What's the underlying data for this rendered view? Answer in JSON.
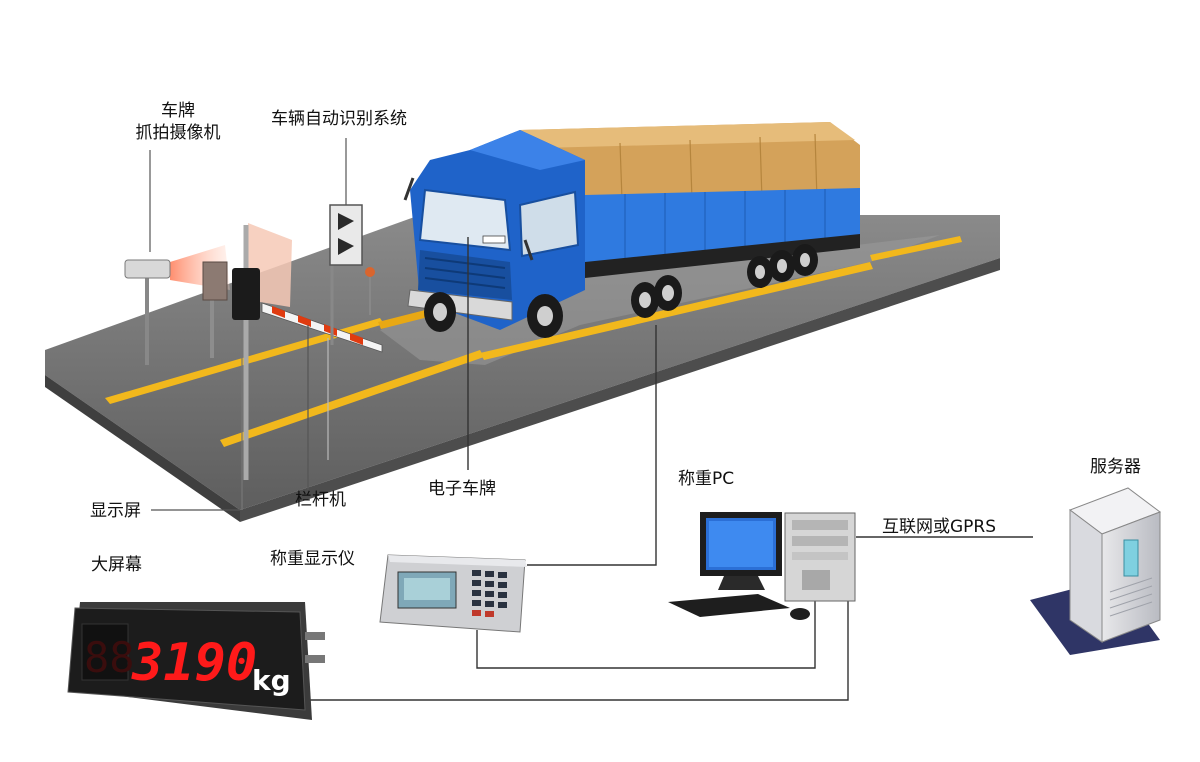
{
  "labels": {
    "plate_camera_line1": "车牌",
    "plate_camera_line2": "抓拍摄像机",
    "vehicle_id_system": "车辆自动识别系统",
    "display_screen": "显示屏",
    "barrier_gate": "栏杆机",
    "electronic_plate": "电子车牌",
    "weighing_pc": "称重PC",
    "server": "服务器",
    "internet_gprs": "互联网或GPRS",
    "large_screen": "大屏幕",
    "weighing_indicator": "称重显示仪"
  },
  "big_display": {
    "digits": "3190",
    "unit": "kg"
  },
  "colors": {
    "road": "#6e6e6e",
    "road_edge": "#4a4a4a",
    "lane_line": "#f2b81c",
    "truck_cab": "#1f63c9",
    "truck_trailer_blue": "#2f7ae0",
    "truck_tarp": "#d4a25a",
    "led_red": "#ff1a1a",
    "line": "#333333"
  }
}
